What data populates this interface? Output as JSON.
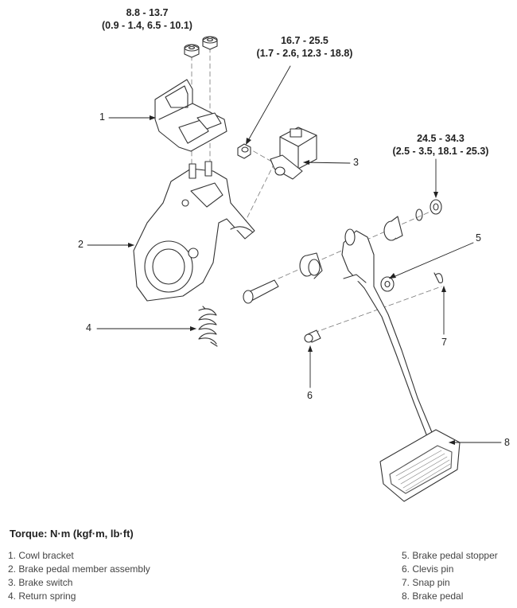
{
  "torques": {
    "nuts": {
      "value": "8.8 - 13.7",
      "alt": "(0.9 - 1.4, 6.5 - 10.1)"
    },
    "switch_nut": {
      "value": "16.7 - 25.5",
      "alt": "(1.7 - 2.6, 12.3 - 18.8)"
    },
    "pedal_nut": {
      "value": "24.5 - 34.3",
      "alt": "(2.5 - 3.5, 18.1 - 25.3)"
    }
  },
  "callouts": [
    "1",
    "2",
    "3",
    "4",
    "5",
    "6",
    "7",
    "8"
  ],
  "legend": {
    "title": "Torque: N·m (kgf·m, lb·ft)",
    "left": [
      "1. Cowl bracket",
      "2. Brake pedal member assembly",
      "3. Brake switch",
      "4. Return spring"
    ],
    "right": [
      "5. Brake pedal stopper",
      "6. Clevis pin",
      "7. Snap pin",
      "8. Brake pedal"
    ]
  }
}
